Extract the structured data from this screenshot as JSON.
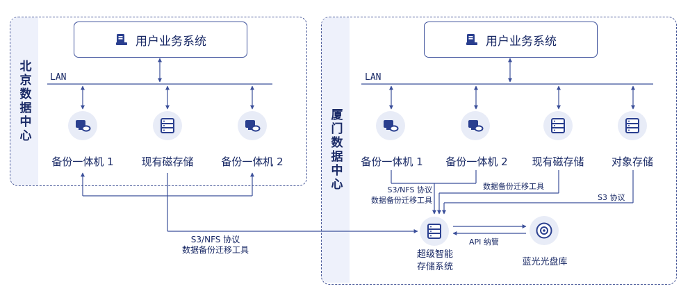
{
  "left_dc": {
    "label": "北京数据中心",
    "business_system": "用户业务系统",
    "lan": "LAN",
    "nodes": [
      "备份一体机 1",
      "现有磁存储",
      "备份一体机 2"
    ]
  },
  "right_dc": {
    "label": "厦门数据中心",
    "business_system": "用户业务系统",
    "lan": "LAN",
    "nodes": [
      "备份一体机 1",
      "备份一体机 2",
      "现有磁存储",
      "对象存储"
    ],
    "super_storage": "超级智能\n存储系统",
    "bluray": "蓝光光盘库"
  },
  "links": {
    "cross_dc_line1": "S3/NFS 协议",
    "cross_dc_line2": "数据备份迁移工具",
    "local_line1": "S3/NFS 协议",
    "local_line2": "数据备份迁移工具",
    "magnetic_tool": "数据备份迁移工具",
    "object_s3": "S3 协议",
    "api": "API 纳管"
  },
  "colors": {
    "line": "#3b4f9a",
    "accent": "#2a3f8f",
    "panel": "#eef1fb"
  }
}
